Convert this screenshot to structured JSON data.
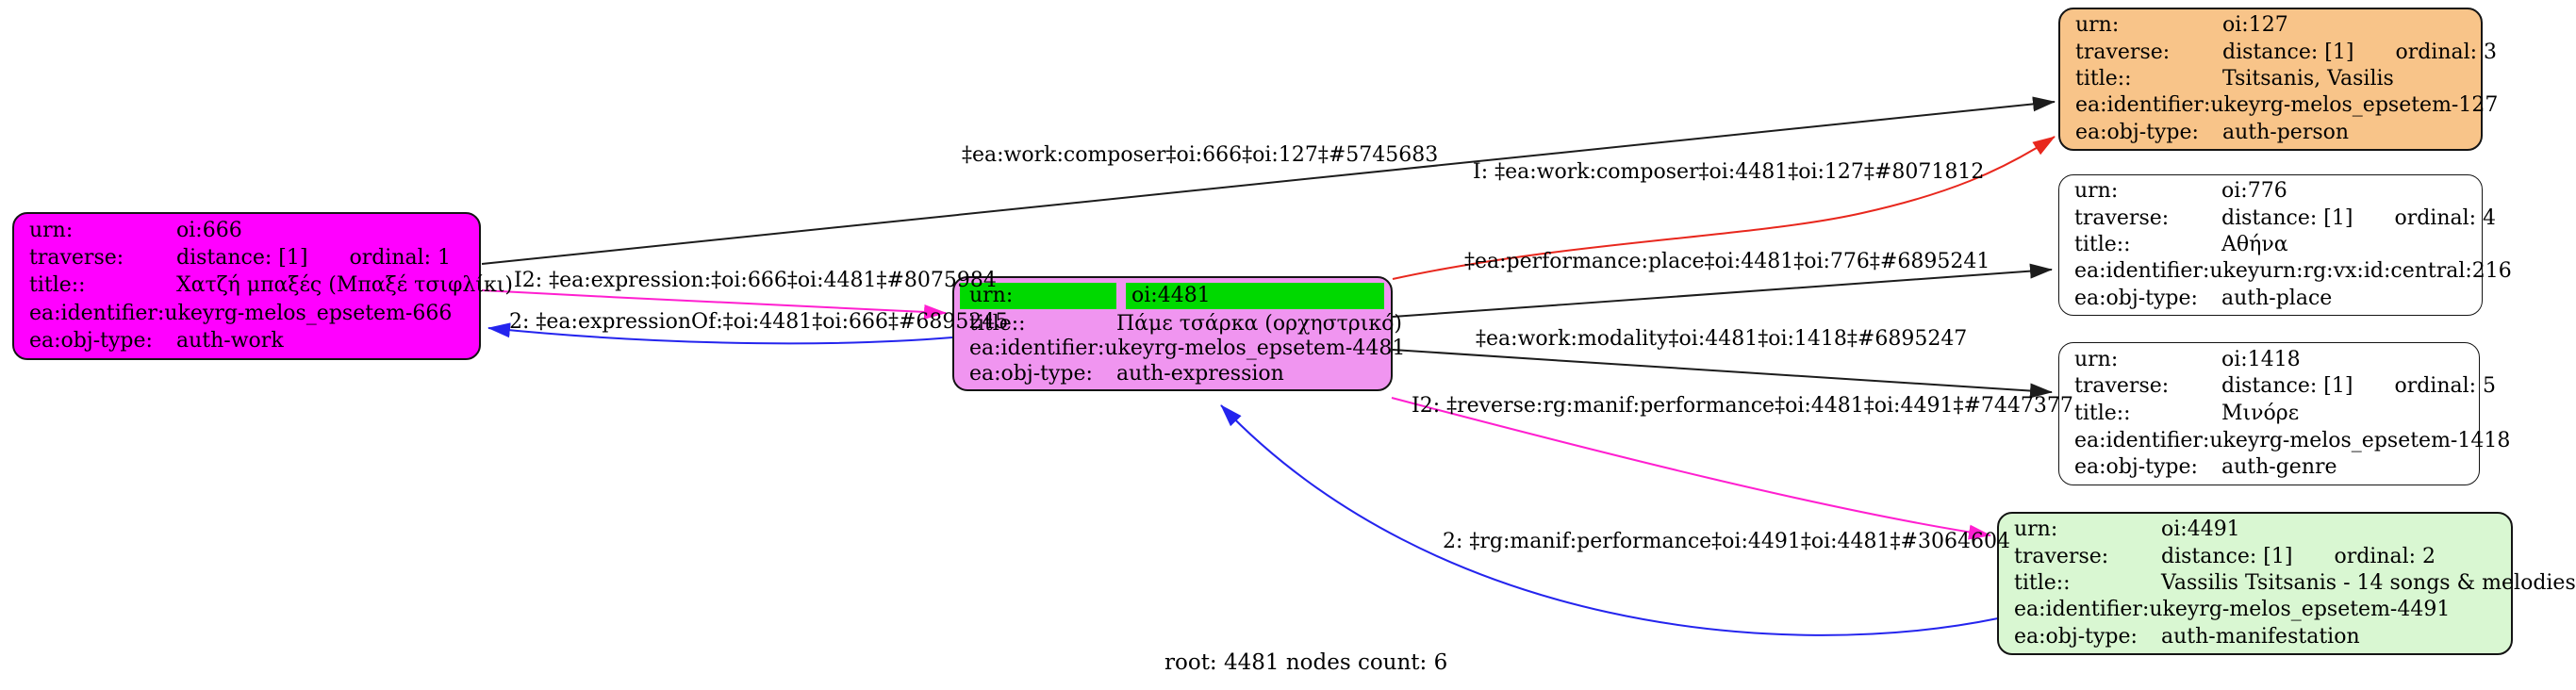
{
  "diagram": {
    "caption": "root: 4481 nodes count: 6",
    "colors": {
      "work_fill": "#ff00ff",
      "expression_fill": "#f095f0",
      "expression_header_fill": "#00d900",
      "person_fill": "#f8c489",
      "place_fill": "#ffffff",
      "genre_fill": "#ffffff",
      "manifestation_fill": "#d9f7d2",
      "edge_black": "#1c1c1c",
      "edge_red": "#e8271d",
      "edge_magenta": "#ff1fd0",
      "edge_blue": "#2424ee"
    },
    "nodes": {
      "work": {
        "rows": [
          {
            "k": "urn:",
            "v": "oi:666"
          },
          {
            "k": "traverse:",
            "v": "distance: [1]",
            "v2": "ordinal: 1"
          },
          {
            "k": "title::",
            "v": "Χατζή μπαξές (Μπαξέ τσιφλίκι)"
          },
          {
            "k": "ea:identifier:ukey",
            "v": "rg-melos_epsetem-666"
          },
          {
            "k": "ea:obj-type:",
            "v": "auth-work"
          }
        ]
      },
      "expression": {
        "rows": [
          {
            "k": "urn:",
            "v": "oi:4481"
          },
          {
            "k": "title::",
            "v": "Πάμε τσάρκα (ορχηστρικό)"
          },
          {
            "k": "ea:identifier:ukey",
            "v": "rg-melos_epsetem-4481"
          },
          {
            "k": "ea:obj-type:",
            "v": "auth-expression"
          }
        ]
      },
      "person": {
        "rows": [
          {
            "k": "urn:",
            "v": "oi:127"
          },
          {
            "k": "traverse:",
            "v": "distance: [1]",
            "v2": "ordinal: 3"
          },
          {
            "k": "title::",
            "v": "Tsitsanis, Vasilis"
          },
          {
            "k": "ea:identifier:ukey",
            "v": "rg-melos_epsetem-127"
          },
          {
            "k": "ea:obj-type:",
            "v": "auth-person"
          }
        ]
      },
      "place": {
        "rows": [
          {
            "k": "urn:",
            "v": "oi:776"
          },
          {
            "k": "traverse:",
            "v": "distance: [1]",
            "v2": "ordinal: 4"
          },
          {
            "k": "title::",
            "v": "Αθήνα"
          },
          {
            "k": "ea:identifier:ukey",
            "v": "urn:rg:vx:id:central:216"
          },
          {
            "k": "ea:obj-type:",
            "v": "auth-place"
          }
        ]
      },
      "genre": {
        "rows": [
          {
            "k": "urn:",
            "v": "oi:1418"
          },
          {
            "k": "traverse:",
            "v": "distance: [1]",
            "v2": "ordinal: 5"
          },
          {
            "k": "title::",
            "v": "Μινόρε"
          },
          {
            "k": "ea:identifier:ukey",
            "v": "rg-melos_epsetem-1418"
          },
          {
            "k": "ea:obj-type:",
            "v": "auth-genre"
          }
        ]
      },
      "manifestation": {
        "rows": [
          {
            "k": "urn:",
            "v": "oi:4491"
          },
          {
            "k": "traverse:",
            "v": "distance: [1]",
            "v2": "ordinal: 2"
          },
          {
            "k": "title::",
            "v": "Vassilis Tsitsanis - 14 songs & melodies"
          },
          {
            "k": "ea:identifier:ukey",
            "v": "rg-melos_epsetem-4491"
          },
          {
            "k": "ea:obj-type:",
            "v": "auth-manifestation"
          }
        ]
      }
    },
    "edges": {
      "work_composer_666": {
        "label": "‡ea:work:composer‡oi:666‡oi:127‡#5745683"
      },
      "work_composer_4481": {
        "label": "I: ‡ea:work:composer‡oi:4481‡oi:127‡#8071812"
      },
      "expression_fwd": {
        "label": "I2: ‡ea:expression:‡oi:666‡oi:4481‡#8075984"
      },
      "expression_of": {
        "label": "2: ‡ea:expressionOf:‡oi:4481‡oi:666‡#6895245"
      },
      "performance_place": {
        "label": "‡ea:performance:place‡oi:4481‡oi:776‡#6895241"
      },
      "work_modality": {
        "label": "‡ea:work:modality‡oi:4481‡oi:1418‡#6895247"
      },
      "reverse_manif_performance": {
        "label": "I2: ‡reverse:rg:manif:performance‡oi:4481‡oi:4491‡#7447377"
      },
      "manif_performance": {
        "label": "2: ‡rg:manif:performance‡oi:4491‡oi:4481‡#3064604"
      }
    }
  }
}
